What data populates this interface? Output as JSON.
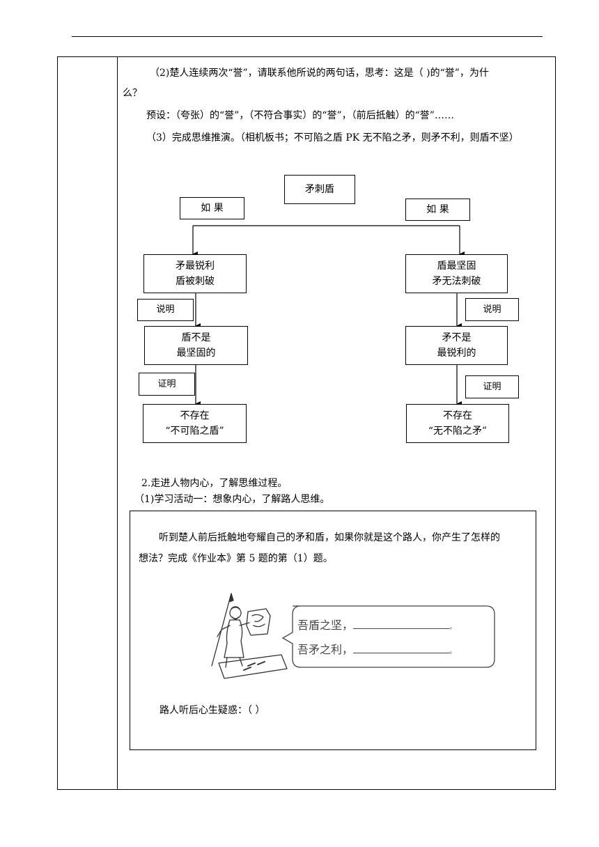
{
  "text": {
    "q2_line1": "（2)楚人连续两次“誉”，请联系他所说的两句话，思考：这是（ )的“誉”，为什",
    "q2_line2": "么？",
    "preset": "预设：（夸张）的“誉”，（不符合事实）的“誉”，（前后抵触）的“誉”……",
    "q3": "（3）完成思维推演。（相机板书；不可陷之盾 PK 无不陷之矛，则矛不利，则盾不坚）",
    "section2": "2.走进人物内心，了解思维过程。",
    "activity1": "（1)学习活动一：想象内心，了解路人思维。",
    "task_line1": "听到楚人前后抵触地夸耀自己的矛和盾，如果你就是这个路人，你产生了怎样的",
    "task_line2": "想法？完成《作业本》第 5 题的第（1）题。",
    "doubt": "路人听后心生疑惑：（                                        ）"
  },
  "diagram": {
    "top": "矛刺盾",
    "if_left": "如  果",
    "if_right": "如  果",
    "left_premise": "矛最锐利\n盾被刺破",
    "right_premise": "盾最坚固\n矛无法刺破",
    "explain_left": "说明",
    "explain_right": "说明",
    "left_result": "盾不是\n最坚固的",
    "right_result": "矛不是\n最锐利的",
    "prove_left": "证明",
    "prove_right": "证明",
    "left_conclusion": "不存在\n“不可陷之盾”",
    "right_conclusion": "不存在\n“无不陷之矛”"
  },
  "illustration": {
    "bubble_line1": "吾盾之坚，",
    "bubble_line2": "吾矛之利，",
    "end_mark": "。"
  }
}
